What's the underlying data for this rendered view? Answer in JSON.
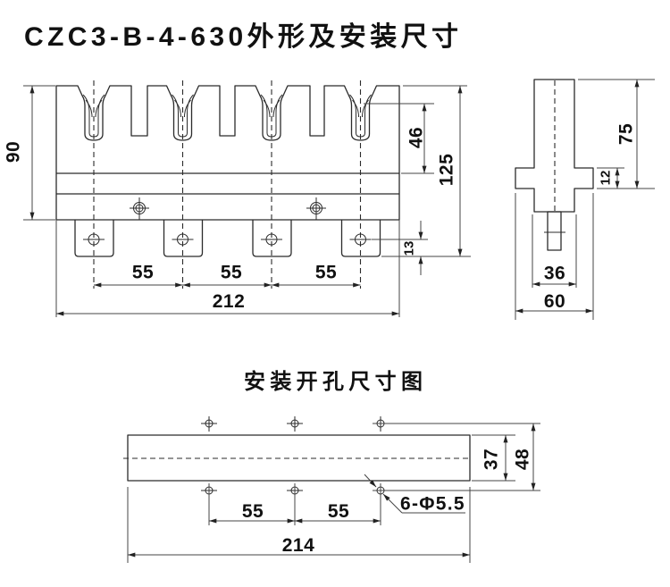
{
  "title": "CZC3-B-4-630外形及安装尺寸",
  "front_view": {
    "height": "90",
    "contact_depth": "46",
    "overall_height": "125",
    "terminal_hole_offset": "13",
    "pitches": [
      "55",
      "55",
      "55"
    ],
    "overall_width": "212"
  },
  "side_view": {
    "height": "75",
    "flange_thickness": "12",
    "terminal_width": "36",
    "base_width": "60"
  },
  "mounting": {
    "title": "安装开孔尺寸图",
    "body_width": "37",
    "hole_row_spacing": "48",
    "pitches": [
      "55",
      "55"
    ],
    "overall_length": "214",
    "hole_spec": "6-Φ5.5"
  },
  "colors": {
    "line": "#2b2b2b",
    "dimension": "#444444",
    "text": "#111111",
    "background": "#ffffff"
  }
}
